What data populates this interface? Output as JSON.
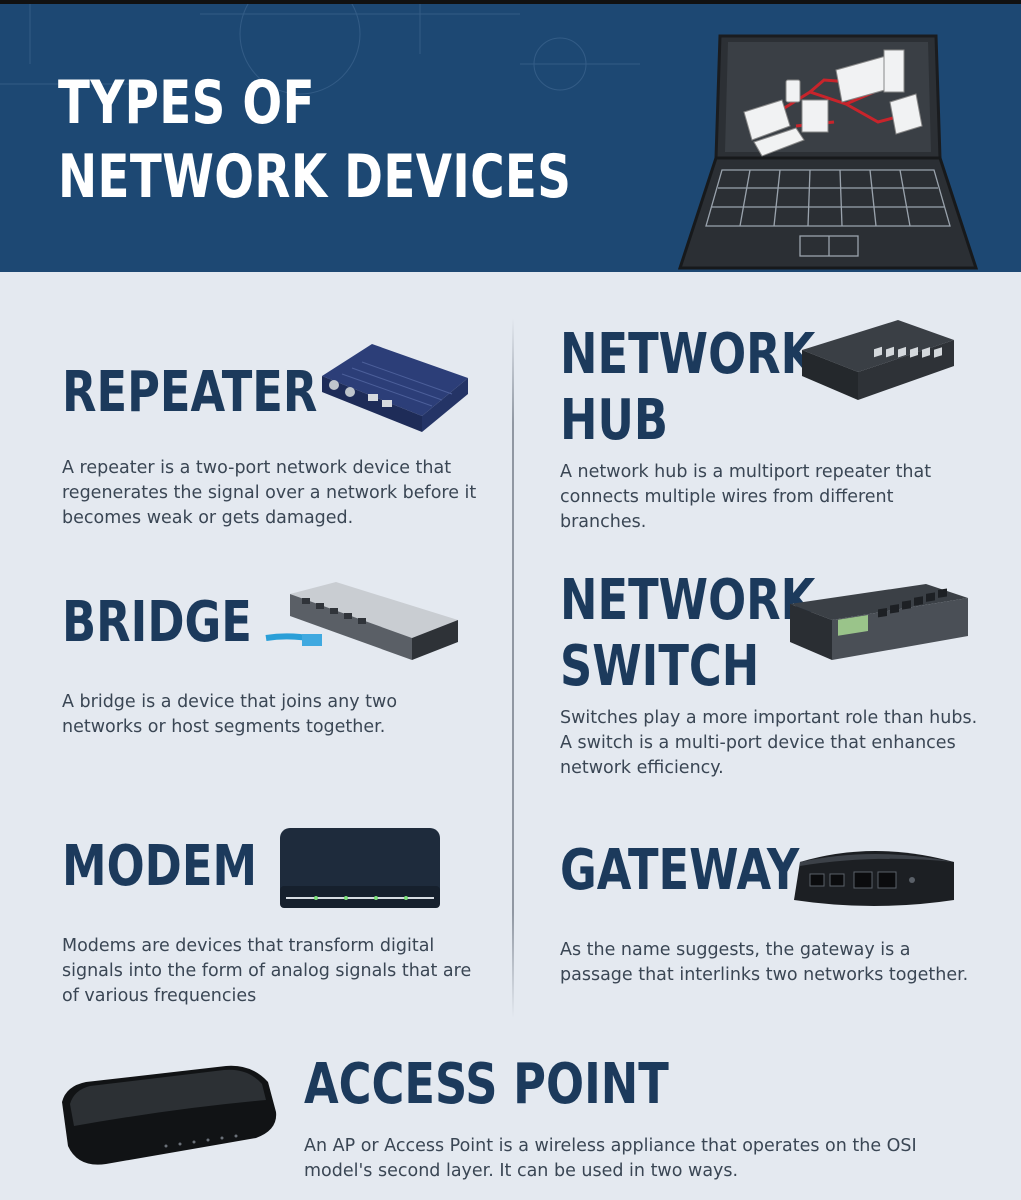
{
  "header": {
    "title_line1": "TYPES OF",
    "title_line2": "NETWORK DEVICES",
    "illustration": "laptop-network-icon"
  },
  "devices": {
    "repeater": {
      "title": "REPEATER",
      "description": "A repeater is a two-port network device that regenerates the signal over a network before it becomes weak or gets damaged.",
      "icon": "repeater-device-icon"
    },
    "hub": {
      "title_line1": "NETWORK",
      "title_line2": "HUB",
      "description": "A network hub is a multiport repeater that connects multiple wires from different branches.",
      "icon": "hub-device-icon"
    },
    "bridge": {
      "title": "BRIDGE",
      "description": "A bridge is a device that joins any two networks or host segments together.",
      "icon": "bridge-device-icon"
    },
    "switch": {
      "title_line1": "NETWORK",
      "title_line2": "SWITCH",
      "description": "Switches play a more important role than hubs. A switch is a multi-port device that enhances network efficiency.",
      "icon": "switch-device-icon"
    },
    "modem": {
      "title": "MODEM",
      "description": "Modems are devices that transform digital signals into the form of analog signals that are of various frequencies",
      "icon": "modem-device-icon"
    },
    "gateway": {
      "title": "GATEWAY",
      "description": "As the name suggests, the gateway is a passage that interlinks two networks together.",
      "icon": "gateway-device-icon"
    },
    "access_point": {
      "title": "ACCESS POINT",
      "description": "An AP or Access Point is a wireless appliance that operates on the OSI model's second layer. It can be used in two ways.",
      "icon": "access-point-device-icon"
    }
  },
  "colors": {
    "header_bg": "#1d4873",
    "page_bg": "#e4e9f0",
    "heading": "#1c3a5c",
    "body_text": "#3a4654",
    "accent_red": "#c8242b"
  }
}
